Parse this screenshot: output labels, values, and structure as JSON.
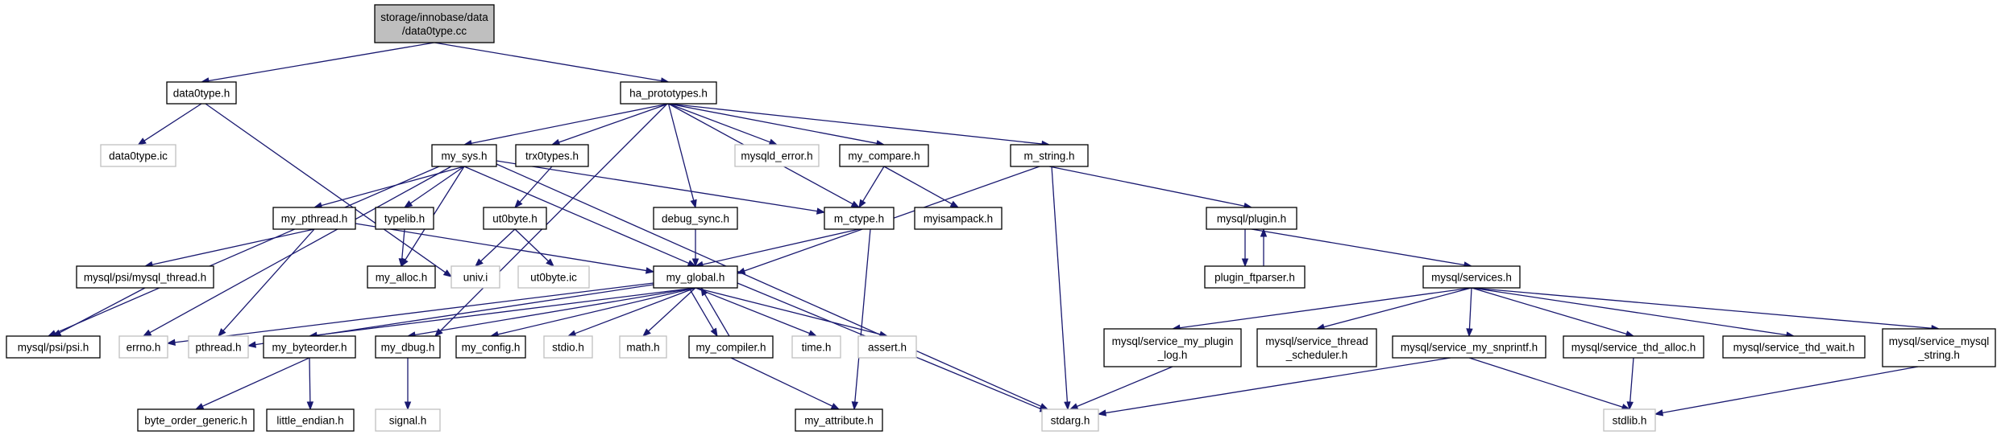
{
  "diagram": {
    "type": "include-dependency-graph",
    "nodes": [
      {
        "id": "root",
        "lines": [
          "storage/innobase/data",
          "/data0type.cc"
        ],
        "style": "root"
      },
      {
        "id": "data0type_h",
        "lines": [
          "data0type.h"
        ],
        "style": "solid"
      },
      {
        "id": "ha_prototypes_h",
        "lines": [
          "ha_prototypes.h"
        ],
        "style": "solid"
      },
      {
        "id": "data0type_ic",
        "lines": [
          "data0type.ic"
        ],
        "style": "gray"
      },
      {
        "id": "my_sys_h",
        "lines": [
          "my_sys.h"
        ],
        "style": "solid"
      },
      {
        "id": "trx0types_h",
        "lines": [
          "trx0types.h"
        ],
        "style": "solid"
      },
      {
        "id": "mysqld_error_h",
        "lines": [
          "mysqld_error.h"
        ],
        "style": "gray"
      },
      {
        "id": "my_compare_h",
        "lines": [
          "my_compare.h"
        ],
        "style": "solid"
      },
      {
        "id": "m_string_h",
        "lines": [
          "m_string.h"
        ],
        "style": "solid"
      },
      {
        "id": "my_pthread_h",
        "lines": [
          "my_pthread.h"
        ],
        "style": "solid"
      },
      {
        "id": "typelib_h",
        "lines": [
          "typelib.h"
        ],
        "style": "solid"
      },
      {
        "id": "ut0byte_h",
        "lines": [
          "ut0byte.h"
        ],
        "style": "solid"
      },
      {
        "id": "debug_sync_h",
        "lines": [
          "debug_sync.h"
        ],
        "style": "solid"
      },
      {
        "id": "m_ctype_h",
        "lines": [
          "m_ctype.h"
        ],
        "style": "solid"
      },
      {
        "id": "myisampack_h",
        "lines": [
          "myisampack.h"
        ],
        "style": "solid"
      },
      {
        "id": "mysql_plugin_h",
        "lines": [
          "mysql/plugin.h"
        ],
        "style": "solid"
      },
      {
        "id": "mysql_thread_h",
        "lines": [
          "mysql/psi/mysql_thread.h"
        ],
        "style": "solid"
      },
      {
        "id": "my_alloc_h",
        "lines": [
          "my_alloc.h"
        ],
        "style": "solid"
      },
      {
        "id": "univ_i",
        "lines": [
          "univ.i"
        ],
        "style": "gray"
      },
      {
        "id": "ut0byte_ic",
        "lines": [
          "ut0byte.ic"
        ],
        "style": "gray"
      },
      {
        "id": "my_global_h",
        "lines": [
          "my_global.h"
        ],
        "style": "solid"
      },
      {
        "id": "plugin_ftparser_h",
        "lines": [
          "plugin_ftparser.h"
        ],
        "style": "solid"
      },
      {
        "id": "services_h",
        "lines": [
          "mysql/services.h"
        ],
        "style": "solid"
      },
      {
        "id": "psi_h",
        "lines": [
          "mysql/psi/psi.h"
        ],
        "style": "solid"
      },
      {
        "id": "errno_h",
        "lines": [
          "errno.h"
        ],
        "style": "gray"
      },
      {
        "id": "pthread_h",
        "lines": [
          "pthread.h"
        ],
        "style": "gray"
      },
      {
        "id": "my_byteorder_h",
        "lines": [
          "my_byteorder.h"
        ],
        "style": "solid"
      },
      {
        "id": "my_dbug_h",
        "lines": [
          "my_dbug.h"
        ],
        "style": "solid"
      },
      {
        "id": "my_config_h",
        "lines": [
          "my_config.h"
        ],
        "style": "solid"
      },
      {
        "id": "stdio_h",
        "lines": [
          "stdio.h"
        ],
        "style": "gray"
      },
      {
        "id": "math_h",
        "lines": [
          "math.h"
        ],
        "style": "gray"
      },
      {
        "id": "my_compiler_h",
        "lines": [
          "my_compiler.h"
        ],
        "style": "solid"
      },
      {
        "id": "time_h",
        "lines": [
          "time.h"
        ],
        "style": "gray"
      },
      {
        "id": "assert_h",
        "lines": [
          "assert.h"
        ],
        "style": "gray"
      },
      {
        "id": "svc_plugin_log_h",
        "lines": [
          "mysql/service_my_plugin",
          "_log.h"
        ],
        "style": "solid"
      },
      {
        "id": "svc_thread_sched_h",
        "lines": [
          "mysql/service_thread",
          "_scheduler.h"
        ],
        "style": "solid"
      },
      {
        "id": "svc_snprintf_h",
        "lines": [
          "mysql/service_my_snprintf.h"
        ],
        "style": "solid"
      },
      {
        "id": "svc_thd_alloc_h",
        "lines": [
          "mysql/service_thd_alloc.h"
        ],
        "style": "solid"
      },
      {
        "id": "svc_thd_wait_h",
        "lines": [
          "mysql/service_thd_wait.h"
        ],
        "style": "solid"
      },
      {
        "id": "svc_mysql_string_h",
        "lines": [
          "mysql/service_mysql",
          "_string.h"
        ],
        "style": "solid"
      },
      {
        "id": "byte_order_generic_h",
        "lines": [
          "byte_order_generic.h"
        ],
        "style": "solid"
      },
      {
        "id": "little_endian_h",
        "lines": [
          "little_endian.h"
        ],
        "style": "solid"
      },
      {
        "id": "signal_h",
        "lines": [
          "signal.h"
        ],
        "style": "gray"
      },
      {
        "id": "my_attribute_h",
        "lines": [
          "my_attribute.h"
        ],
        "style": "solid"
      },
      {
        "id": "stdarg_h",
        "lines": [
          "stdarg.h"
        ],
        "style": "gray"
      },
      {
        "id": "stdlib_h",
        "lines": [
          "stdlib.h"
        ],
        "style": "gray"
      }
    ],
    "edges": [
      [
        "root",
        "data0type_h"
      ],
      [
        "root",
        "ha_prototypes_h"
      ],
      [
        "data0type_h",
        "data0type_ic"
      ],
      [
        "data0type_h",
        "univ_i"
      ],
      [
        "ha_prototypes_h",
        "my_sys_h"
      ],
      [
        "ha_prototypes_h",
        "trx0types_h"
      ],
      [
        "ha_prototypes_h",
        "mysqld_error_h"
      ],
      [
        "ha_prototypes_h",
        "my_compare_h"
      ],
      [
        "ha_prototypes_h",
        "m_string_h"
      ],
      [
        "ha_prototypes_h",
        "debug_sync_h"
      ],
      [
        "ha_prototypes_h",
        "m_ctype_h"
      ],
      [
        "ha_prototypes_h",
        "my_dbug_h"
      ],
      [
        "my_sys_h",
        "my_pthread_h"
      ],
      [
        "my_sys_h",
        "typelib_h"
      ],
      [
        "my_sys_h",
        "my_alloc_h"
      ],
      [
        "my_sys_h",
        "my_global_h"
      ],
      [
        "my_sys_h",
        "psi_h"
      ],
      [
        "my_sys_h",
        "errno_h"
      ],
      [
        "my_sys_h",
        "m_ctype_h"
      ],
      [
        "my_sys_h",
        "stdarg_h"
      ],
      [
        "trx0types_h",
        "ut0byte_h"
      ],
      [
        "ut0byte_h",
        "univ_i"
      ],
      [
        "ut0byte_h",
        "ut0byte_ic"
      ],
      [
        "my_compare_h",
        "m_ctype_h"
      ],
      [
        "my_compare_h",
        "myisampack_h"
      ],
      [
        "m_string_h",
        "mysql_plugin_h"
      ],
      [
        "m_string_h",
        "my_global_h"
      ],
      [
        "m_string_h",
        "stdarg_h"
      ],
      [
        "my_pthread_h",
        "mysql_thread_h"
      ],
      [
        "my_pthread_h",
        "my_global_h"
      ],
      [
        "my_pthread_h",
        "pthread_h"
      ],
      [
        "typelib_h",
        "my_alloc_h"
      ],
      [
        "debug_sync_h",
        "my_global_h"
      ],
      [
        "m_ctype_h",
        "my_global_h"
      ],
      [
        "m_ctype_h",
        "my_attribute_h"
      ],
      [
        "mysql_plugin_h",
        "plugin_ftparser_h"
      ],
      [
        "mysql_plugin_h",
        "services_h"
      ],
      [
        "plugin_ftparser_h",
        "mysql_plugin_h"
      ],
      [
        "mysql_thread_h",
        "psi_h"
      ],
      [
        "my_global_h",
        "errno_h"
      ],
      [
        "my_global_h",
        "pthread_h"
      ],
      [
        "my_global_h",
        "my_byteorder_h"
      ],
      [
        "my_global_h",
        "my_dbug_h"
      ],
      [
        "my_global_h",
        "my_config_h"
      ],
      [
        "my_global_h",
        "stdio_h"
      ],
      [
        "my_global_h",
        "math_h"
      ],
      [
        "my_global_h",
        "my_compiler_h"
      ],
      [
        "my_global_h",
        "time_h"
      ],
      [
        "my_global_h",
        "assert_h"
      ],
      [
        "my_global_h",
        "stdarg_h"
      ],
      [
        "my_compiler_h",
        "my_global_h"
      ],
      [
        "my_compiler_h",
        "my_attribute_h"
      ],
      [
        "my_byteorder_h",
        "byte_order_generic_h"
      ],
      [
        "my_byteorder_h",
        "little_endian_h"
      ],
      [
        "my_dbug_h",
        "signal_h"
      ],
      [
        "services_h",
        "svc_plugin_log_h"
      ],
      [
        "services_h",
        "svc_thread_sched_h"
      ],
      [
        "services_h",
        "svc_snprintf_h"
      ],
      [
        "services_h",
        "svc_thd_alloc_h"
      ],
      [
        "services_h",
        "svc_thd_wait_h"
      ],
      [
        "services_h",
        "svc_mysql_string_h"
      ],
      [
        "svc_plugin_log_h",
        "stdarg_h"
      ],
      [
        "svc_snprintf_h",
        "stdarg_h"
      ],
      [
        "svc_snprintf_h",
        "stdlib_h"
      ],
      [
        "svc_thd_alloc_h",
        "stdlib_h"
      ],
      [
        "svc_mysql_string_h",
        "stdlib_h"
      ]
    ],
    "colors": {
      "edge": "#191970",
      "root_fill": "#bfbfbf",
      "node_border": "#000000",
      "gray_border": "#bfbfbf",
      "background": "#ffffff"
    }
  }
}
